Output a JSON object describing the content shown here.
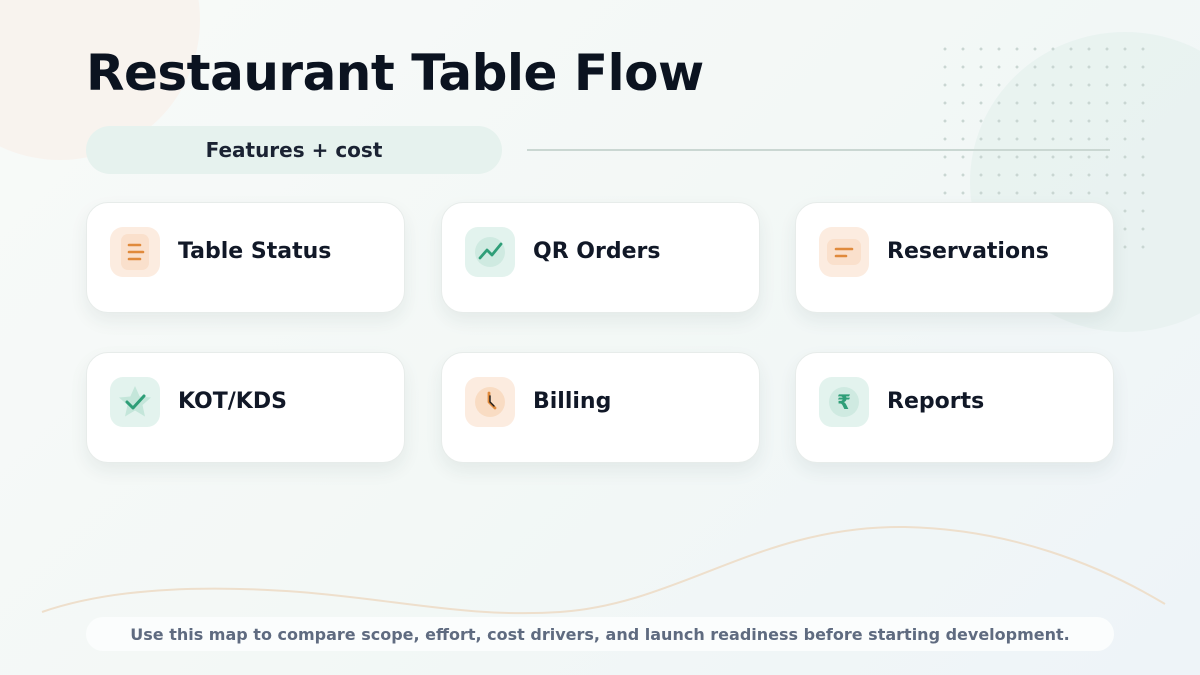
{
  "header": {
    "title": "Restaurant Table Flow",
    "subtitle": "Features + cost"
  },
  "features": [
    {
      "label": "Table Status",
      "icon": "document-lines-icon",
      "tone": "warm"
    },
    {
      "label": "QR Orders",
      "icon": "trend-line-icon",
      "tone": "cool"
    },
    {
      "label": "Reservations",
      "icon": "message-lines-icon",
      "tone": "warm"
    },
    {
      "label": "KOT/KDS",
      "icon": "star-check-icon",
      "tone": "cool"
    },
    {
      "label": "Billing",
      "icon": "clock-icon",
      "tone": "warm"
    },
    {
      "label": "Reports",
      "icon": "rupee-icon",
      "tone": "cool"
    }
  ],
  "footer": {
    "note": "Use this map to compare scope, effort, cost drivers, and launch readiness before starting development."
  },
  "colors": {
    "title": "#0b1320",
    "warm_accent": "#e08a3c",
    "warm_bg": "#fcece0",
    "cool_accent": "#2f9e78",
    "cool_bg": "#e3f3ee",
    "footer_text": "#5f6b80",
    "wave": "#eedfcc"
  }
}
